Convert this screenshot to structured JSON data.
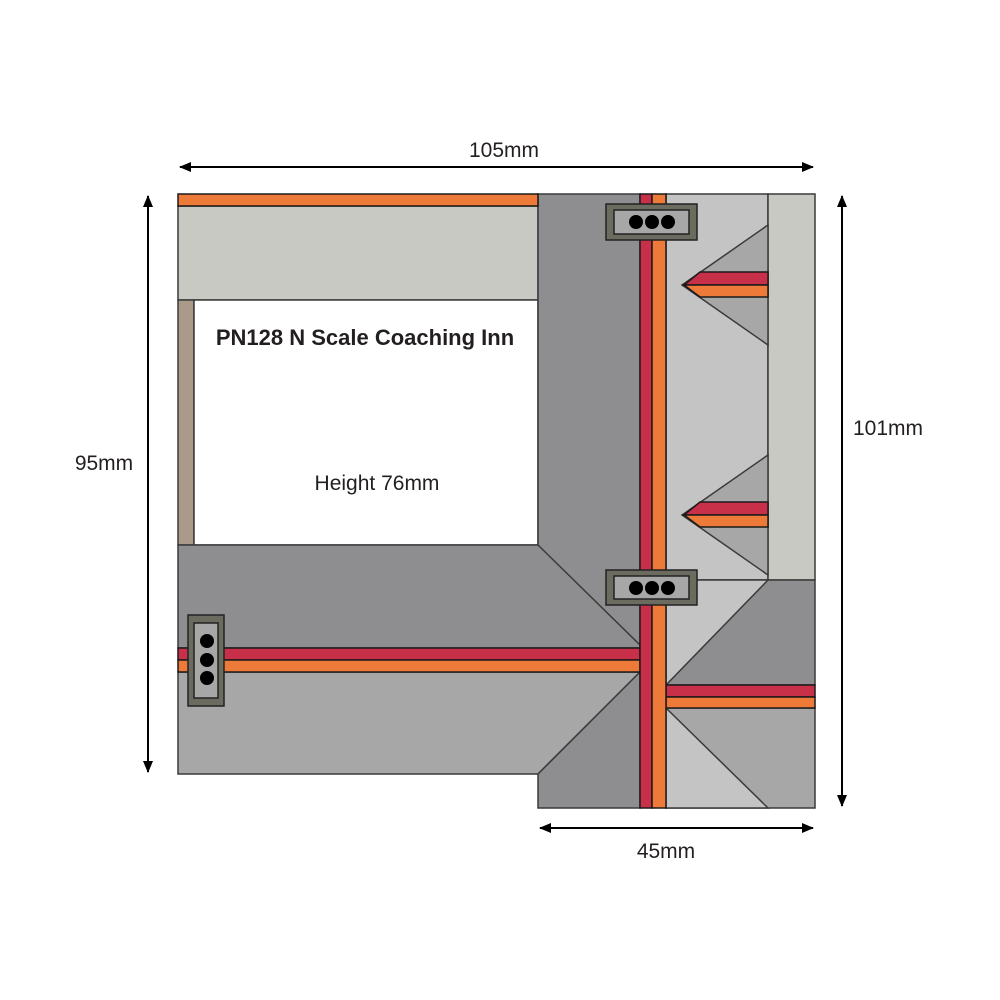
{
  "diagram": {
    "title": "PN128 N Scale Coaching Inn",
    "height_label": "Height 76mm",
    "dimensions": {
      "top_width": "105mm",
      "left_depth": "95mm",
      "right_depth": "101mm",
      "bottom_width": "45mm"
    },
    "colors": {
      "ridge_red": "#c8304a",
      "ridge_orange": "#ee7a3a",
      "roof_dark": "#8e8e90",
      "roof_mid": "#a7a7a8",
      "roof_light": "#c4c4c5",
      "wall_strip": "#c9c9c4",
      "side_strip": "#a99a8a"
    }
  }
}
